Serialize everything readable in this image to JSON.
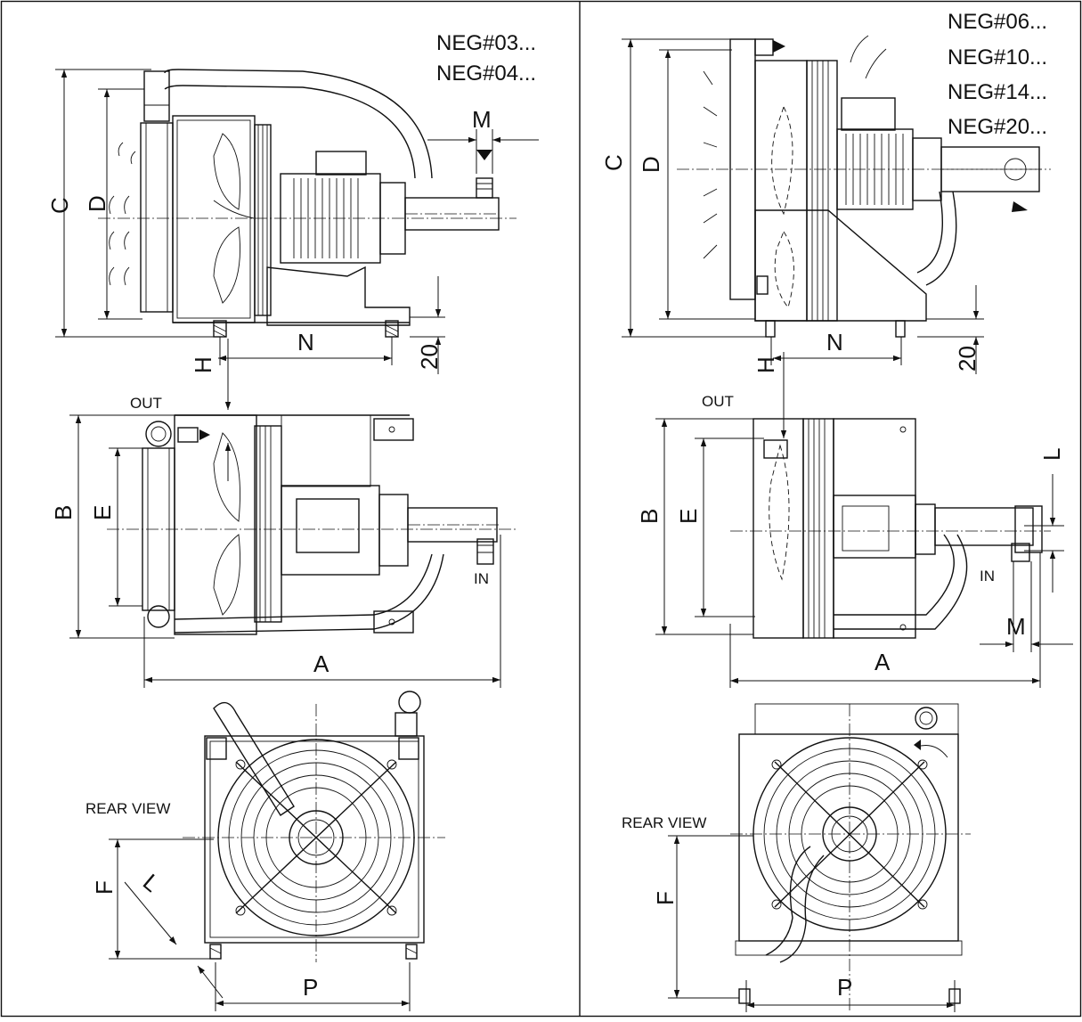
{
  "models_left": [
    "NEG#03...",
    "NEG#04..."
  ],
  "models_right": [
    "NEG#06...",
    "NEG#10...",
    "NEG#14...",
    "NEG#20..."
  ],
  "labels": {
    "A": "A",
    "B": "B",
    "C": "C",
    "D": "D",
    "E": "E",
    "F": "F",
    "H": "H",
    "L": "L",
    "M": "M",
    "N": "N",
    "P": "P",
    "twenty": "20",
    "out": "OUT",
    "in": "IN",
    "rear_view": "REAR VIEW"
  }
}
